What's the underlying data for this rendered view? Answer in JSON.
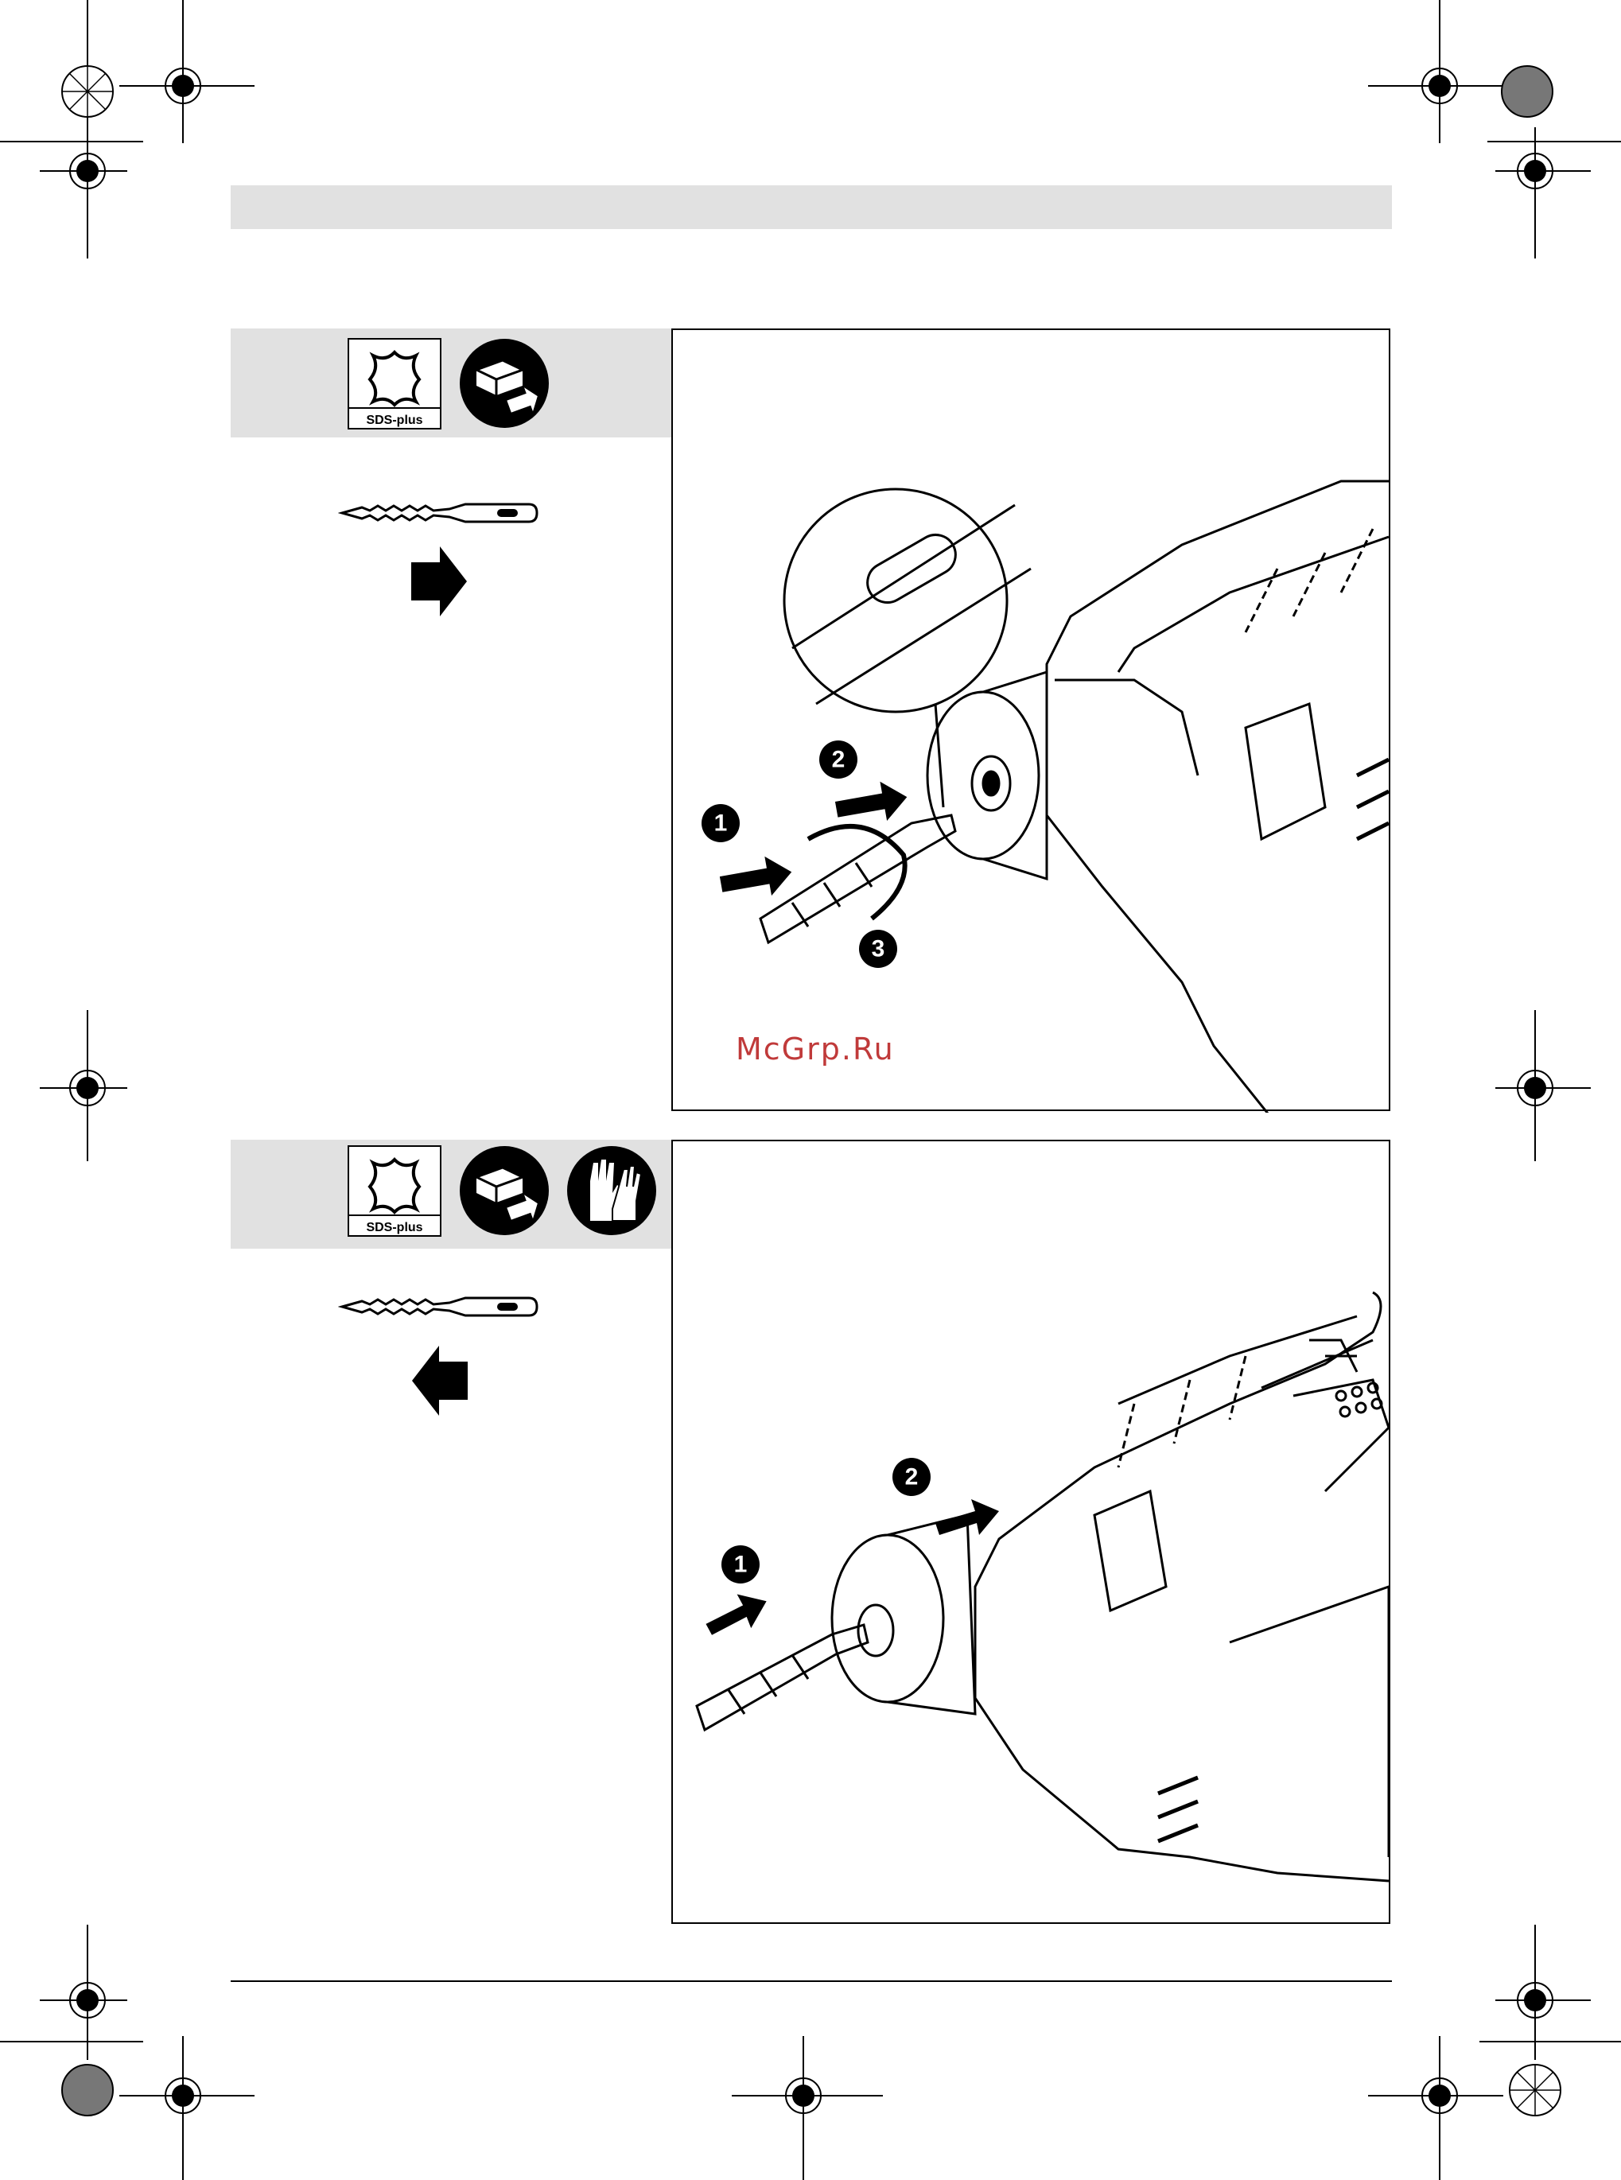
{
  "watermark": "McGrp.Ru",
  "sections": [
    {
      "symbol_label": "SDS-plus",
      "symbols": [
        "sds-plus-shank-icon",
        "remove-battery-icon"
      ],
      "action": "insert"
    },
    {
      "symbol_label": "SDS-plus",
      "symbols": [
        "sds-plus-shank-icon",
        "remove-battery-icon",
        "wear-gloves-icon"
      ],
      "action": "remove"
    }
  ],
  "callouts": {
    "insert": [
      "1",
      "2",
      "3"
    ],
    "remove": [
      "1",
      "2"
    ]
  },
  "colors": {
    "header_bar": "#e1e1e1",
    "panel_grey": "#e1e1e1",
    "ink": "#000000",
    "watermark": "#c03a3a"
  }
}
